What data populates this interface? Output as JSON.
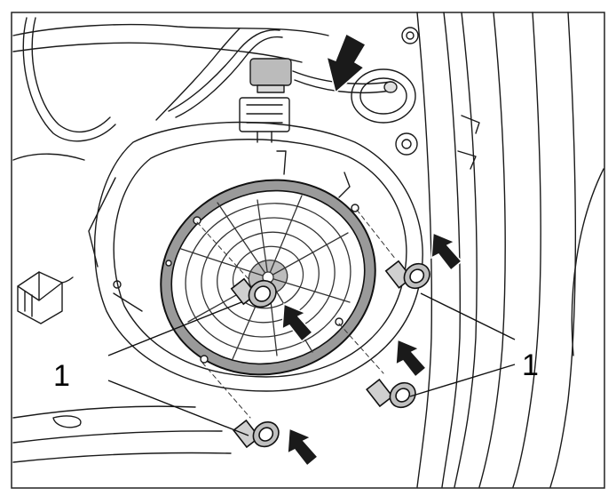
{
  "figure": {
    "callouts": [
      {
        "id": "left",
        "label": "1"
      },
      {
        "id": "right",
        "label": "1"
      }
    ],
    "colors": {
      "background": "#ffffff",
      "line": "#1a1a1a",
      "speaker_ring": "#9a9a9a",
      "arrow_fill": "#1a1a1a",
      "bolt_fill": "#cfcfcf"
    }
  }
}
